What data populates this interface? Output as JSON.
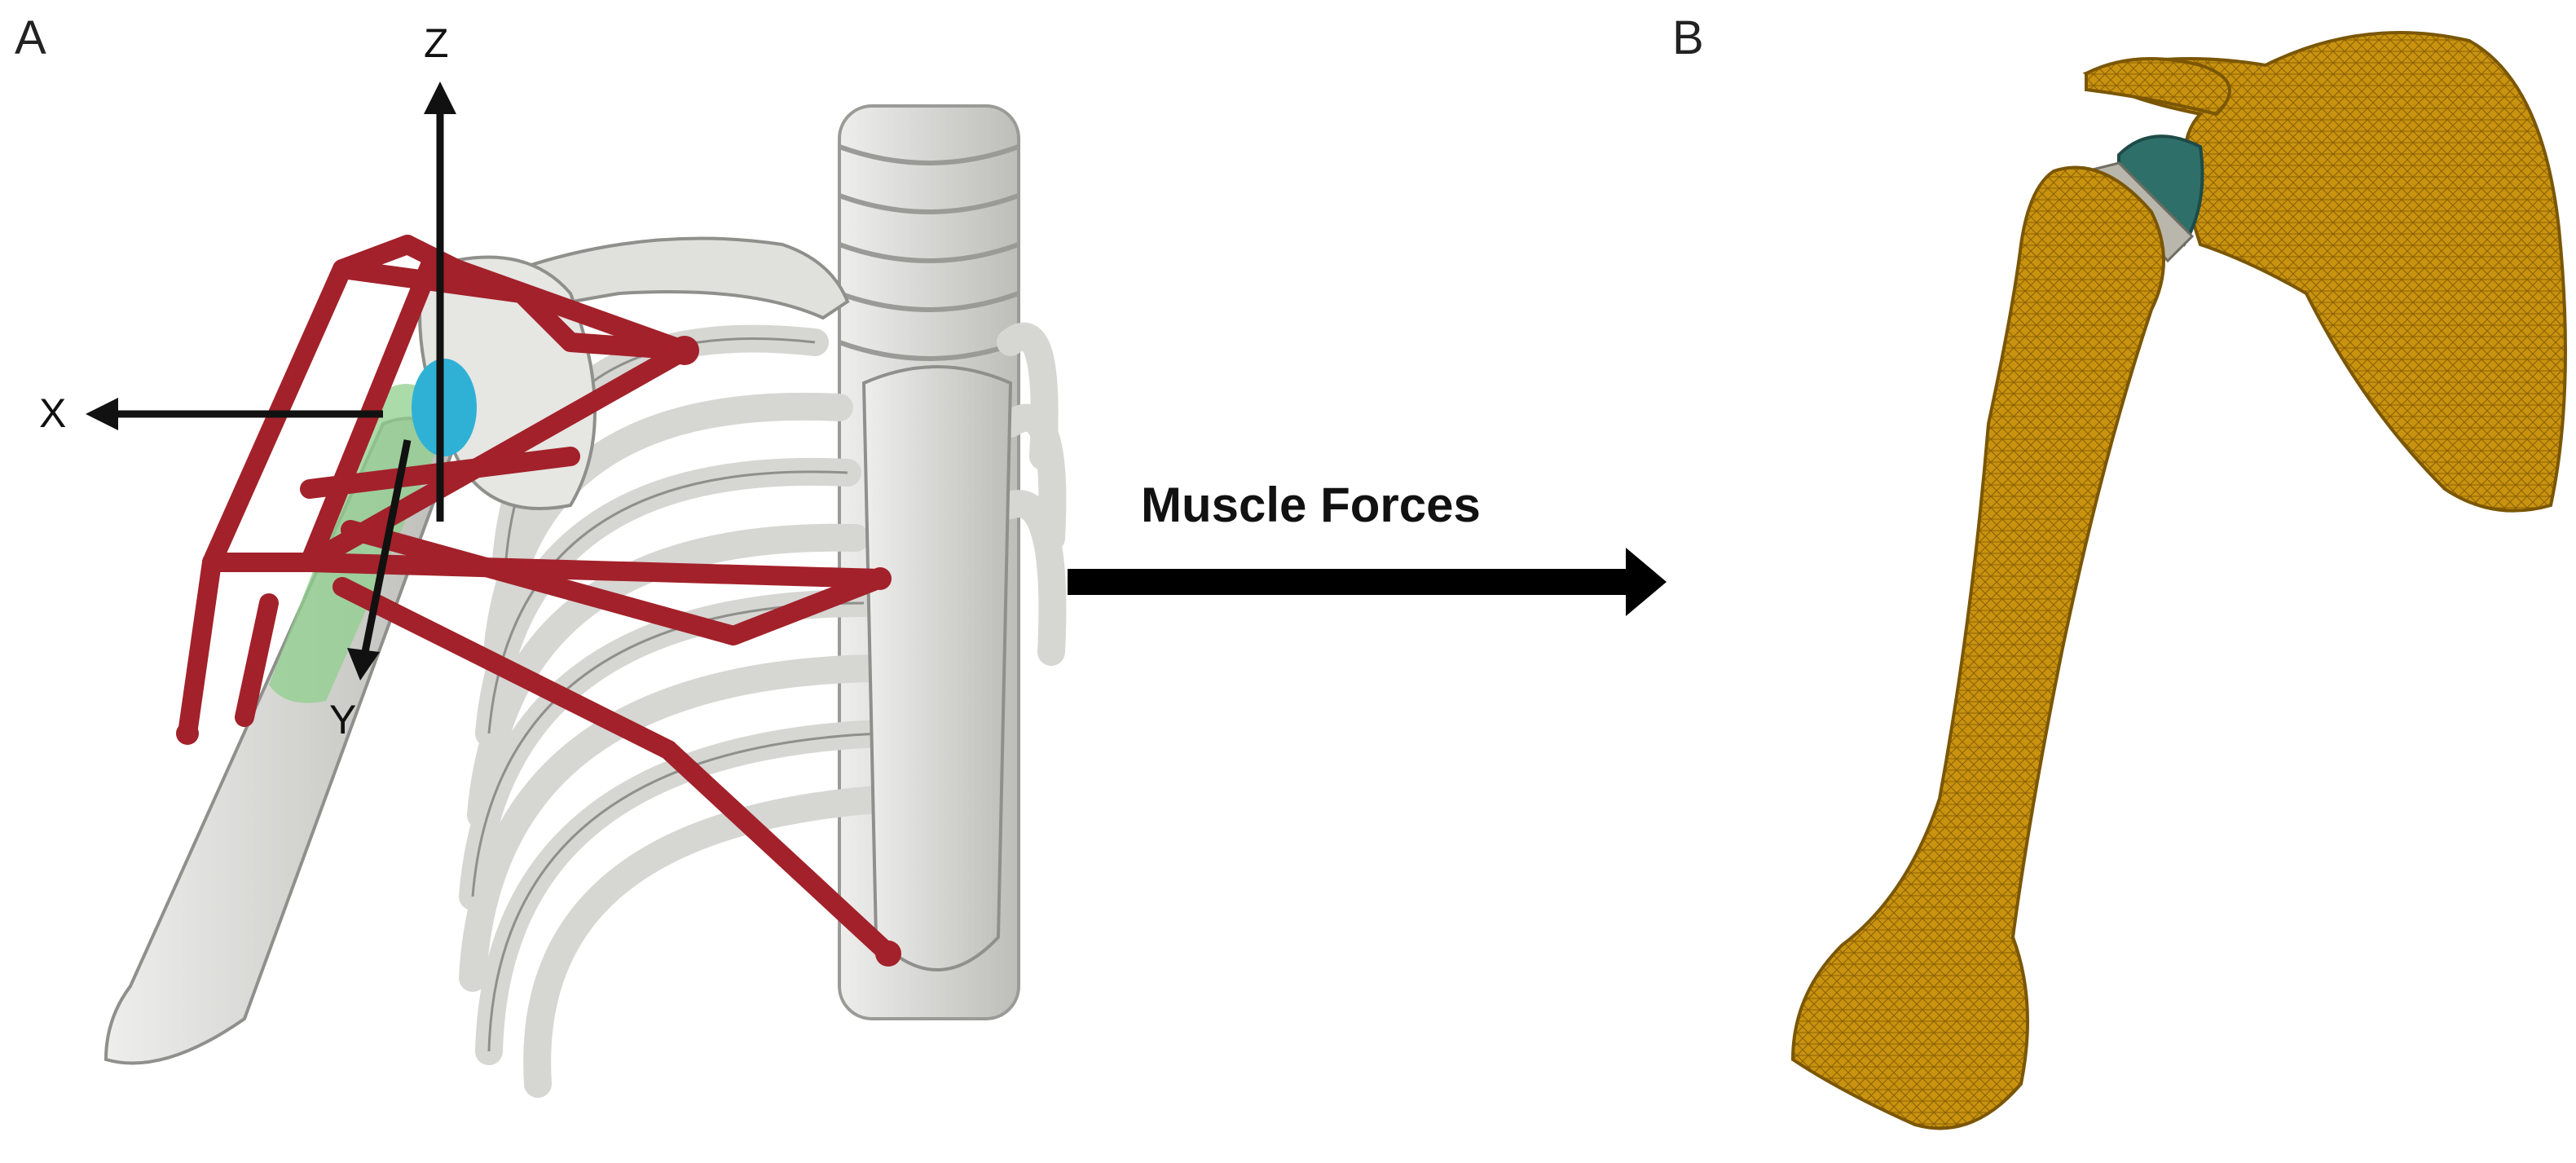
{
  "panels": {
    "a": {
      "label": "A"
    },
    "b": {
      "label": "B"
    }
  },
  "axes": {
    "x": "X",
    "y": "Y",
    "z": "Z"
  },
  "arrow": {
    "label": "Muscle Forces"
  },
  "colors": {
    "bone_grey": "#d9d9d6",
    "bone_outline": "#8f8f8c",
    "muscle_red": "#a3212a",
    "humeral_head_cyan": "#2fb1d6",
    "deltoid_green": "#8fcf8c",
    "fe_mesh_gold": "#c9930f",
    "implant_teal": "#2f6f6a"
  }
}
